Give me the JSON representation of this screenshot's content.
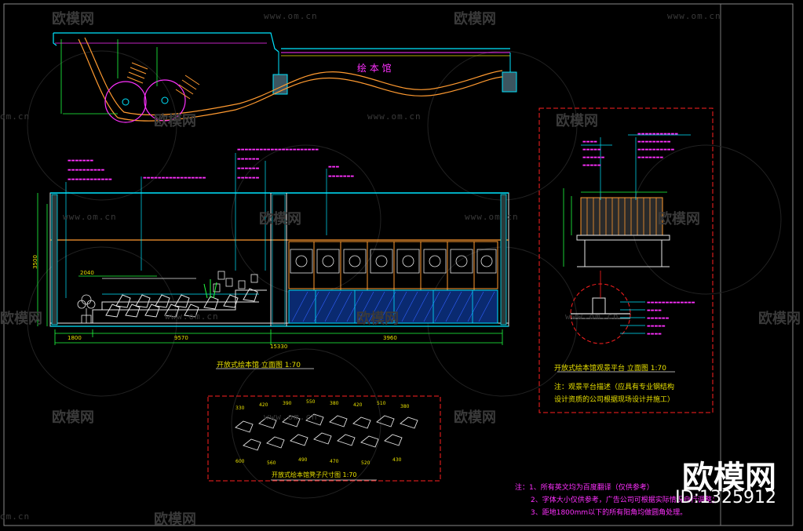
{
  "drawing": {
    "main_elevation_caption": "开放式绘本馆 立面图 1:70",
    "detail_caption": "开放式绘本馆观景平台 立面图 1:70",
    "plan_caption": "开放式绘本馆凳子尺寸图 1:70",
    "detail_note_line1": "注：观景平台描述（应具有专业钢结构",
    "detail_note_line2": "设计资质的公司根据现场设计并施工）",
    "notes": [
      "注：1、所有英文均为百度翻译（仅供参考）",
      "2、字体大小仅供参考，广告公司可根据实际情况自行调整；",
      "3、距地1800mm以下的所有阳角均做圆角处理。"
    ],
    "dims": {
      "d_15330": "15330",
      "d_9570": "9570",
      "d_3960": "3960",
      "d_1800": "1800",
      "d_3500": "3500",
      "d_2040": "2040"
    }
  },
  "watermark": {
    "text": "欧模网",
    "url": "www.om.cn",
    "domain": "om.cn"
  },
  "brand": {
    "name": "欧模网",
    "id_label": "ID:1325912"
  },
  "colors": {
    "background": "#000000",
    "cyan": "#00e5ff",
    "magenta": "#ff30ff",
    "yellow": "#e8e000",
    "red": "#ff2020",
    "green": "#20ff40",
    "orange": "#ff9a30",
    "white": "#e6e6e6",
    "blue": "#3060ff"
  }
}
